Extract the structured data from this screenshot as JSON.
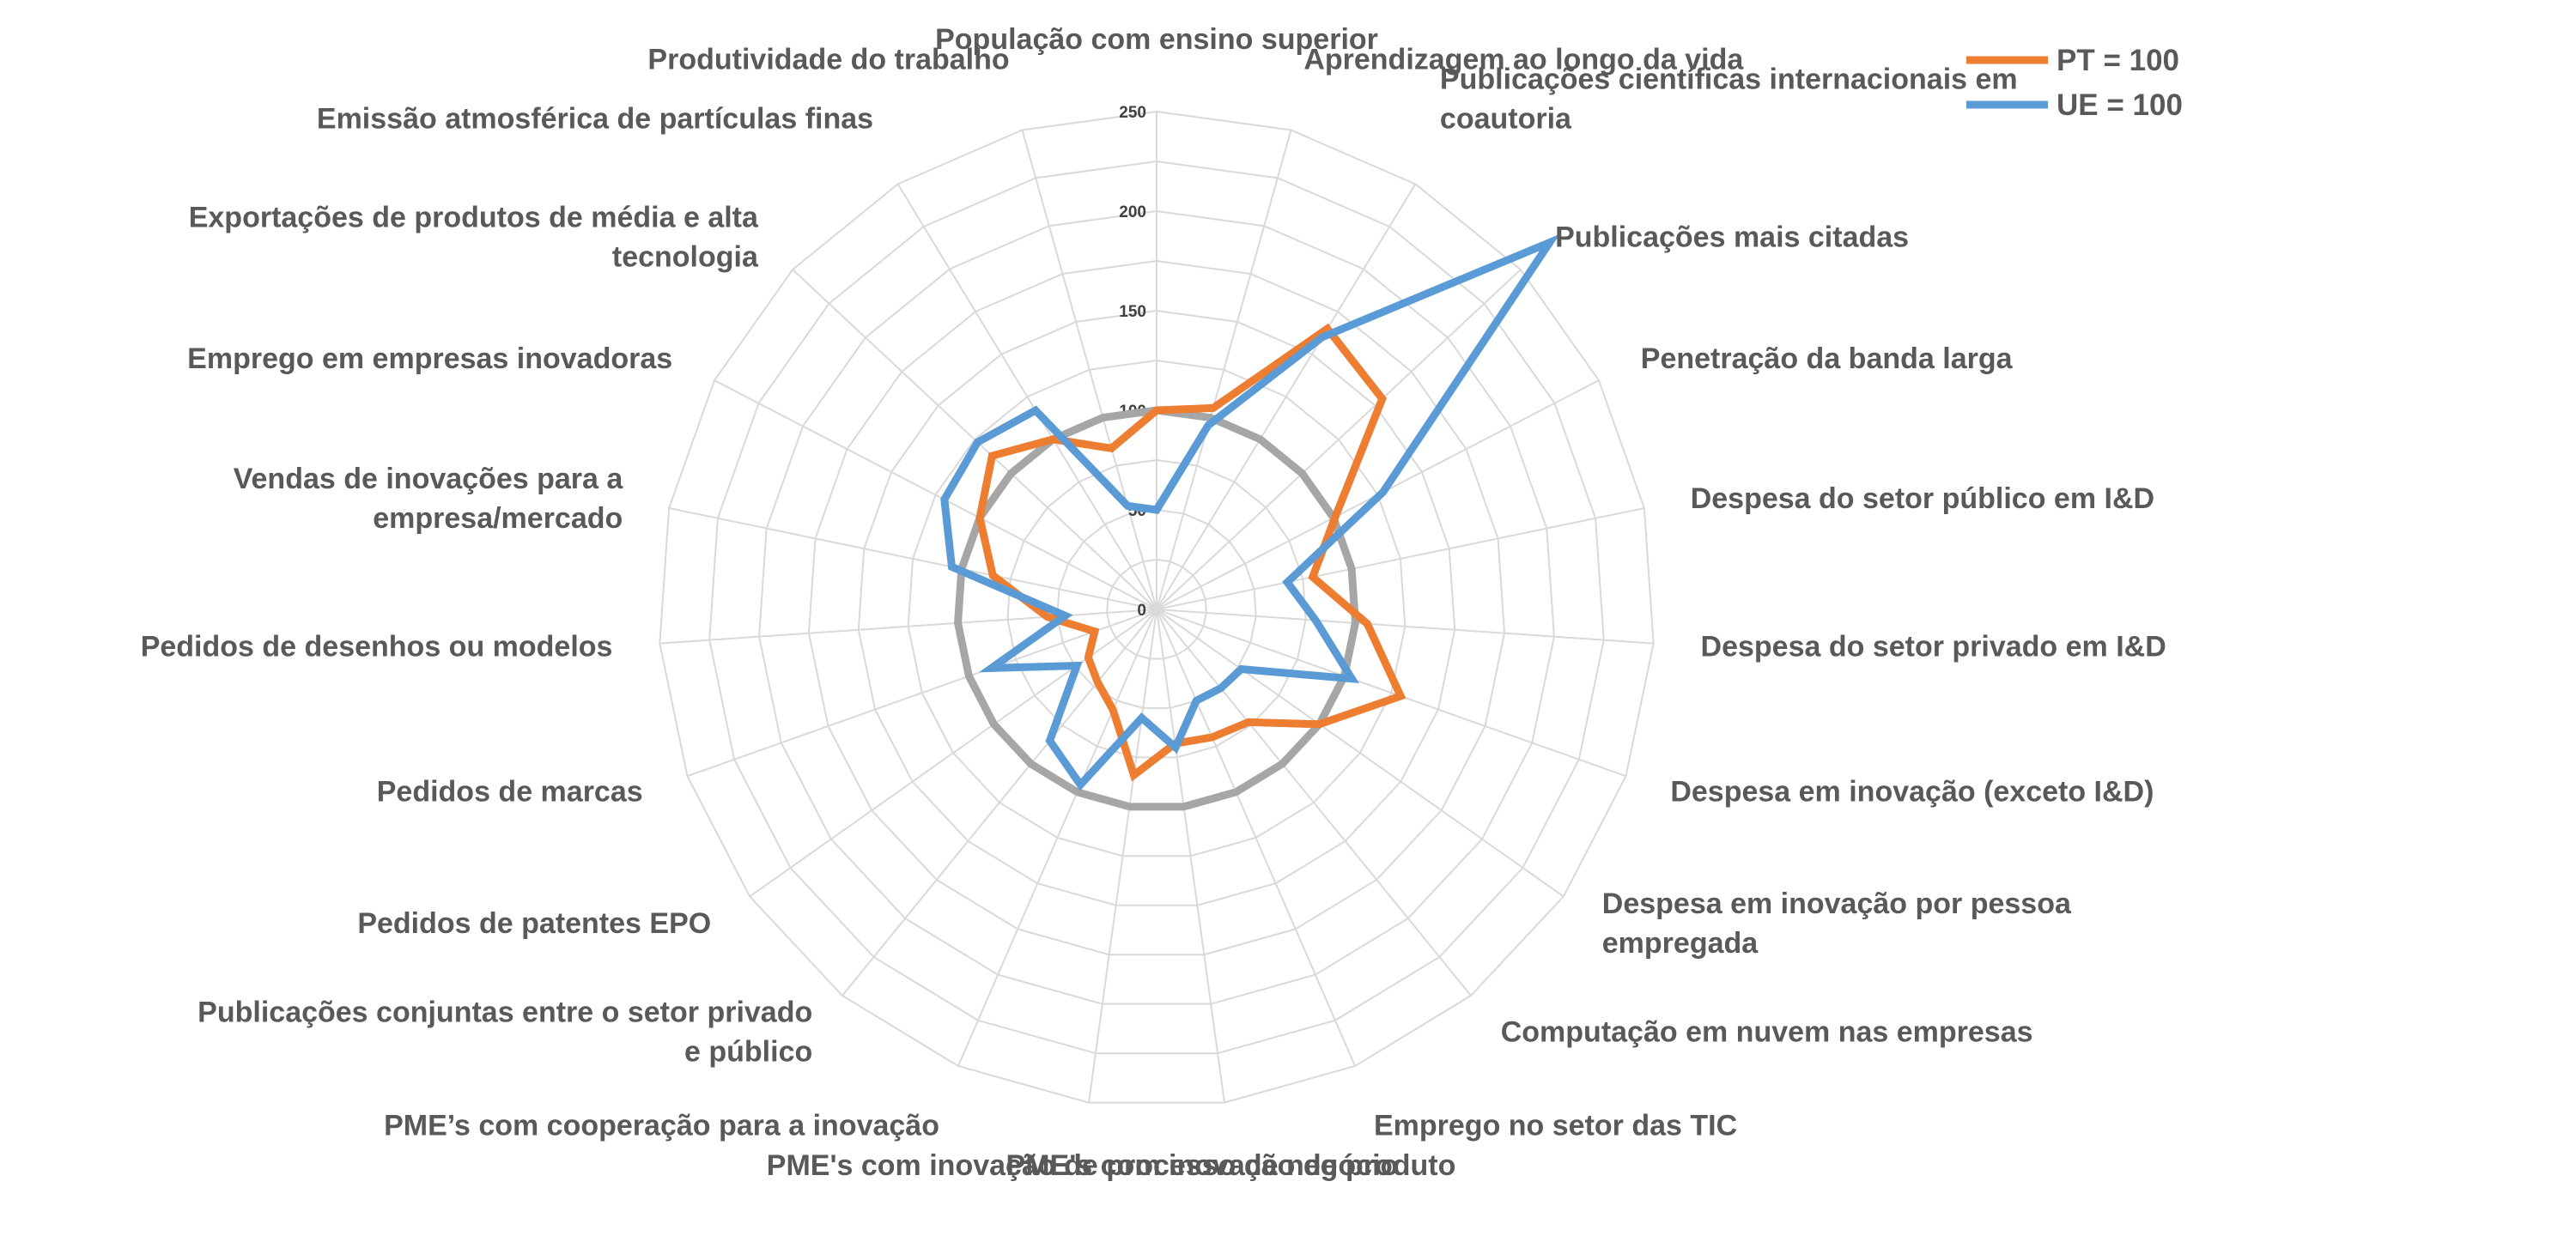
{
  "chart_data": {
    "type": "radar",
    "categories": [
      "População com ensino superior",
      "Aprendizagem ao longo da vida",
      "Publicações científicas internacionais em coautoria",
      "Publicações mais citadas",
      "Penetração da banda larga",
      "Despesa do setor público em I&D",
      "Despesa do setor privado em I&D",
      "Despesa em inovação (exceto I&D)",
      "Despesa em inovação por pessoa empregada",
      "Computação em nuvem nas empresas",
      "Emprego no setor das TIC",
      "PME's com inovação de produto",
      "PME's com inovação de processo de negócio",
      "PME’s com cooperação para a inovação",
      "Publicações conjuntas entre o setor privado e público",
      "Pedidos de patentes EPO",
      "Pedidos de marcas",
      "Pedidos de desenhos ou modelos",
      "Vendas de inovações para a empresa/mercado",
      "Emprego em empresas inovadoras",
      "Exportações de produtos de média e alta tecnologia",
      "Emissão atmosférica de partículas finas",
      "Produtividade do trabalho"
    ],
    "label_lines": [
      [
        "População com ensino superior"
      ],
      [
        "Aprendizagem ao longo da vida"
      ],
      [
        "Publicações científicas internacionais em",
        "coautoria"
      ],
      [
        "Publicações mais citadas"
      ],
      [
        "Penetração da banda larga"
      ],
      [
        "Despesa do setor público em I&D"
      ],
      [
        "Despesa do setor privado em I&D"
      ],
      [
        "Despesa em inovação (exceto I&D)"
      ],
      [
        "Despesa em inovação por pessoa",
        "empregada"
      ],
      [
        "Computação em nuvem nas empresas"
      ],
      [
        "Emprego no setor das TIC"
      ],
      [
        "PME's com inovação de produto"
      ],
      [
        "PME's com inovação de processo de negócio"
      ],
      [
        "PME’s com cooperação para a inovação"
      ],
      [
        "Publicações conjuntas entre o setor privado",
        "e público"
      ],
      [
        "Pedidos de patentes EPO"
      ],
      [
        "Pedidos de marcas"
      ],
      [
        "Pedidos de desenhos ou modelos"
      ],
      [
        "Vendas de inovações para a",
        "empresa/mercado"
      ],
      [
        "Emprego em empresas inovadoras"
      ],
      [
        "Exportações de produtos de média e alta",
        "tecnologia"
      ],
      [
        "Emissão atmosférica de partículas finas"
      ],
      [
        "Produtividade do trabalho"
      ]
    ],
    "r_ticks": [
      0,
      50,
      100,
      150,
      200,
      250
    ],
    "r_range": [
      0,
      250
    ],
    "legend_position": "top-right",
    "series": [
      {
        "name": "PT = 100",
        "color": "#ED7D31",
        "values": [
          100,
          105,
          165,
          155,
          101,
          80,
          106,
          130,
          100,
          73,
          70,
          68,
          84,
          55,
          47,
          42,
          33,
          55,
          84,
          100,
          113,
          100,
          84
        ]
      },
      {
        "name": "UE = 100",
        "color": "#5B9BD5",
        "values": [
          50,
          96,
          160,
          270,
          128,
          67,
          80,
          104,
          52,
          51,
          50,
          70,
          55,
          96,
          85,
          49,
          88,
          46,
          105,
          120,
          123,
          117,
          54
        ]
      }
    ],
    "reference": {
      "value": 100,
      "color": "#A6A6A6"
    }
  }
}
